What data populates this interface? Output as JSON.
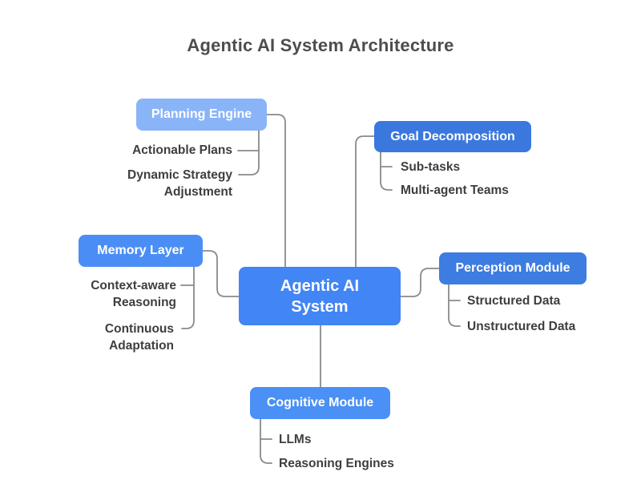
{
  "title": "Agentic AI System Architecture",
  "colors": {
    "center": "#4285f4",
    "planning": "#8ab4f8",
    "goal": "#3b78de",
    "memory": "#4a8ef5",
    "perception": "#3d7ce0",
    "cognitive": "#4a90f5",
    "connector": "#8a8a8a",
    "title_text": "#4d4d4d",
    "child_text": "#3e3e3e"
  },
  "center": {
    "label": "Agentic AI\nSystem"
  },
  "branches": {
    "planning": {
      "label": "Planning Engine",
      "children": [
        "Actionable Plans",
        "Dynamic Strategy\nAdjustment"
      ]
    },
    "goal": {
      "label": "Goal Decomposition",
      "children": [
        "Sub-tasks",
        "Multi-agent Teams"
      ]
    },
    "memory": {
      "label": "Memory Layer",
      "children": [
        "Context-aware\nReasoning",
        "Continuous\nAdaptation"
      ]
    },
    "perception": {
      "label": "Perception Module",
      "children": [
        "Structured Data",
        "Unstructured Data"
      ]
    },
    "cognitive": {
      "label": "Cognitive Module",
      "children": [
        "LLMs",
        "Reasoning Engines"
      ]
    }
  }
}
